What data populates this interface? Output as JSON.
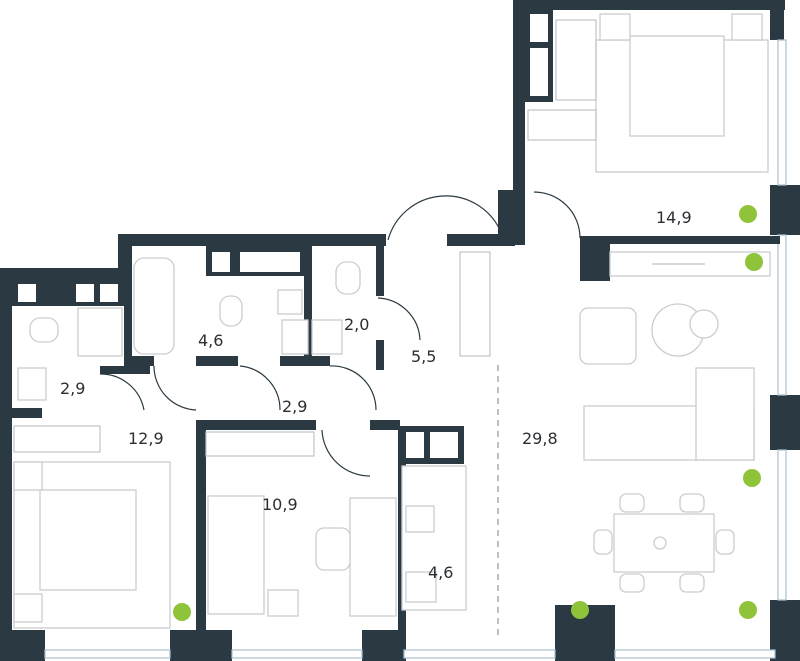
{
  "rooms": [
    {
      "id": "bedroom-top-right",
      "area": "14,9"
    },
    {
      "id": "living-kitchen",
      "area": "29,8"
    },
    {
      "id": "hall",
      "area": "5,5"
    },
    {
      "id": "bathroom",
      "area": "4,6"
    },
    {
      "id": "toilet",
      "area": "2,0"
    },
    {
      "id": "bathroom-left",
      "area": "2,9"
    },
    {
      "id": "corridor",
      "area": "2,9"
    },
    {
      "id": "bedroom-left",
      "area": "12,9"
    },
    {
      "id": "bedroom-middle",
      "area": "10,9"
    },
    {
      "id": "kitchen",
      "area": "4,6"
    }
  ],
  "colors": {
    "wall": "#2b3a42",
    "furniture": "#c9cdd0",
    "plant": "#8fc43a",
    "window": "#a9c2cf"
  }
}
